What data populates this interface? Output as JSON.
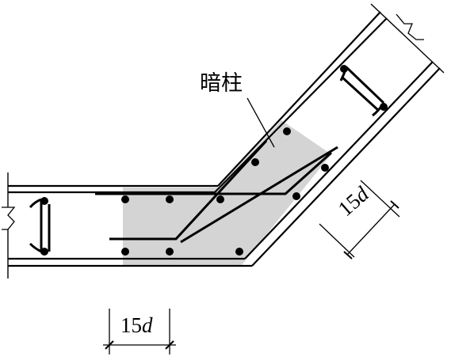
{
  "labels": {
    "hidden_column": "暗柱",
    "dim_bottom_number": "15",
    "dim_bottom_symbol": "d",
    "dim_right_number": "15",
    "dim_right_symbol": "d"
  },
  "colors": {
    "line": "#000000",
    "shaded_region": "#d4d4d4",
    "background": "#ffffff"
  }
}
